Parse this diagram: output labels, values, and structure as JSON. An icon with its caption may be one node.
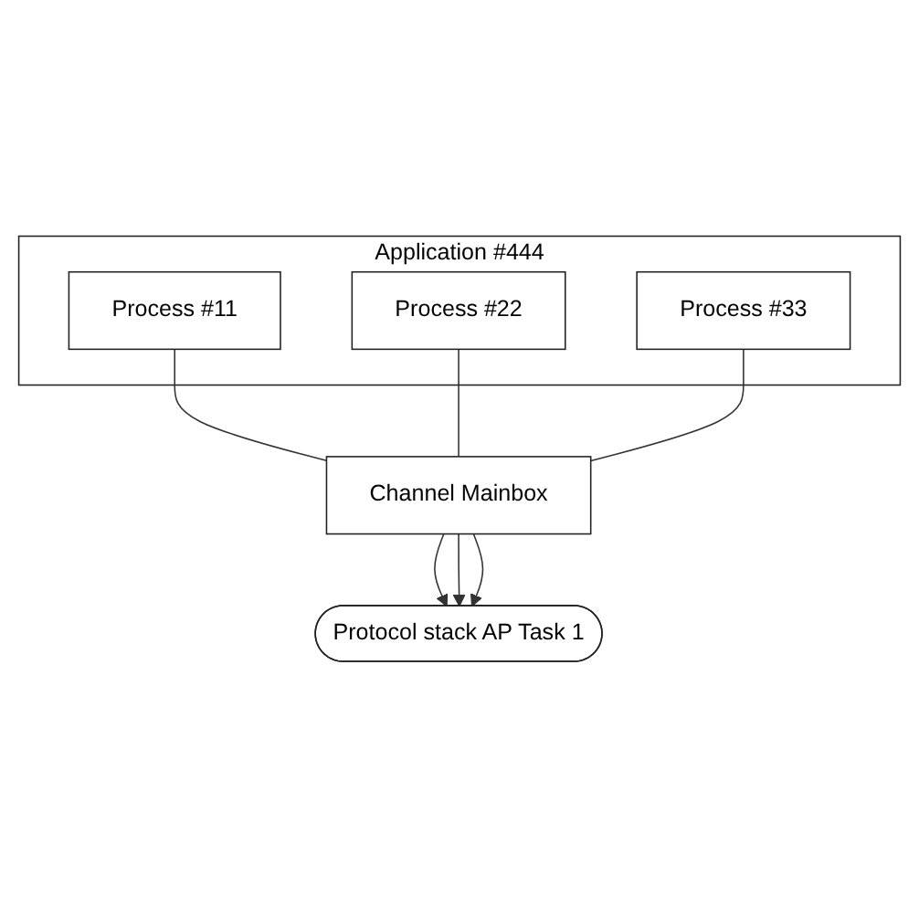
{
  "diagram": {
    "nodes": [
      {
        "text": [
          "Application #444"
        ]
      },
      {
        "text": [
          "Process #11"
        ],
        "in": 0
      },
      {
        "text": [
          "Process #22"
        ],
        "in": 0
      },
      {
        "text": [
          "Process #33"
        ],
        "in": 0
      },
      {
        "text": [
          "Channel Mainbox"
        ]
      },
      {
        "text": [
          "Protocol stack AP Task 1"
        ]
      }
    ],
    "edges": [
      {
        "from": 1,
        "to": 4,
        "arrow": "none"
      },
      {
        "from": 2,
        "to": 4,
        "arrow": "none"
      },
      {
        "from": 3,
        "to": 4,
        "arrow": "none"
      },
      {
        "from": 4,
        "to": 5,
        "arrow": "to"
      },
      {
        "from": 4,
        "to": 5,
        "arrow": "to"
      },
      {
        "from": 4,
        "to": 5,
        "arrow": "to"
      }
    ]
  }
}
